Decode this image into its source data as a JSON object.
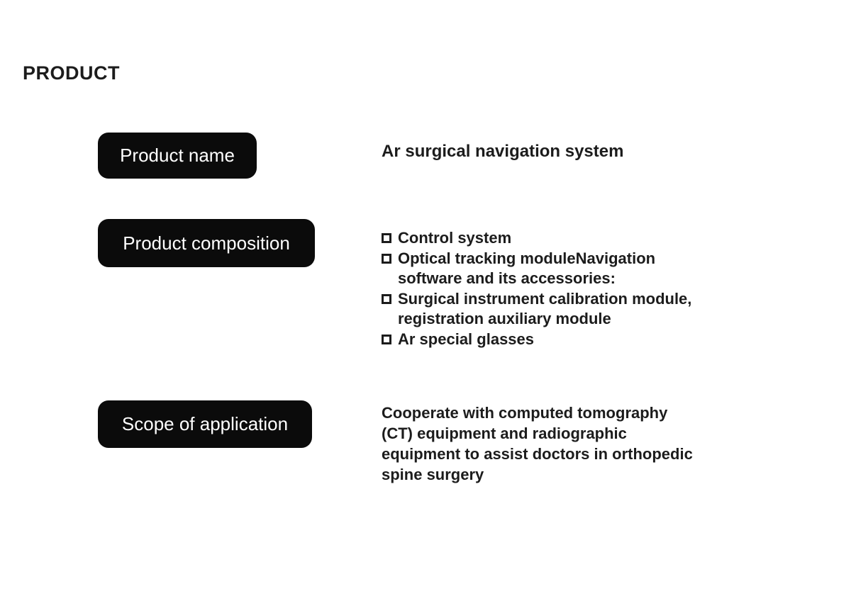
{
  "page": {
    "title": "PRODUCT"
  },
  "colors": {
    "background": "#ffffff",
    "pill_bg": "#0b0b0b",
    "pill_text": "#ffffff",
    "body_text": "#1c1c1c"
  },
  "rows": {
    "product_name": {
      "label": "Product name",
      "value": "Ar surgical navigation system"
    },
    "product_composition": {
      "label": "Product composition",
      "bullet_icon": "square-outline-checkbox-icon",
      "items": [
        {
          "lines": [
            "Control system"
          ]
        },
        {
          "lines": [
            "Optical tracking moduleNavigation",
            "software and its accessories:"
          ]
        },
        {
          "lines": [
            "Surgical instrument calibration module,",
            "registration auxiliary module"
          ]
        },
        {
          "lines": [
            "Ar special glasses"
          ]
        }
      ]
    },
    "scope_of_application": {
      "label": "Scope of application",
      "lines": [
        "Cooperate with computed tomography",
        "(CT) equipment and radiographic",
        "equipment to assist doctors in orthopedic",
        "spine surgery"
      ]
    }
  }
}
